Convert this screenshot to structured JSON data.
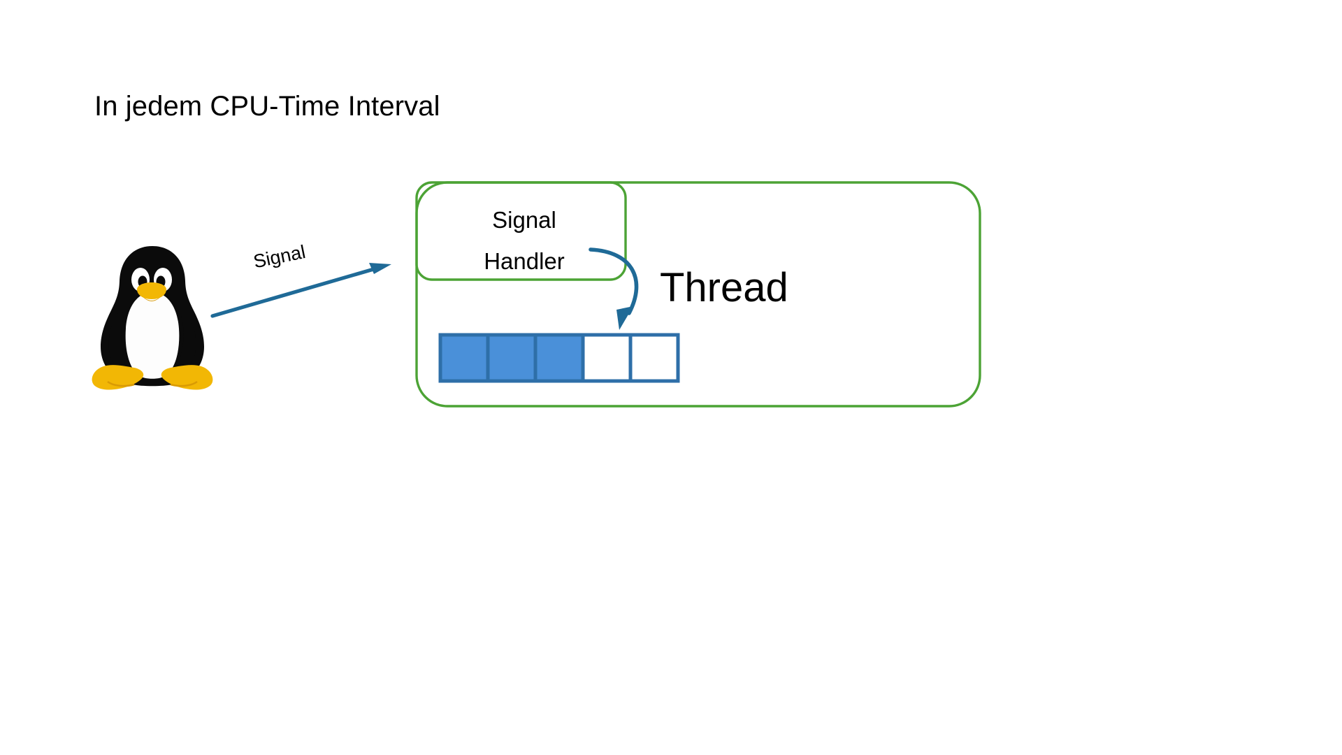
{
  "slide": {
    "title": "In jedem CPU-Time Interval",
    "background_color": "#FFFFFF"
  },
  "colors": {
    "thread_box_border": "#4CA335",
    "arrow_blue": "#1F6A97",
    "cell_fill": "#4A90D9",
    "cell_border": "#2E6FA8",
    "text": "#000000",
    "tux_black": "#0B0B0B",
    "tux_yellow": "#F2B705",
    "tux_white": "#FFFFFF"
  },
  "diagram": {
    "penguin": {
      "icon": "linux-tux-penguin",
      "alt": "Linux Tux penguin"
    },
    "signal_arrow": {
      "label": "Signal",
      "direction": "right",
      "color": "#1F6A97"
    },
    "thread_box": {
      "label": "Thread",
      "border_color": "#4CA335"
    },
    "signal_handler_box": {
      "label_line_1": "Signal",
      "label_line_2": "Handler",
      "border_color": "#4CA335"
    },
    "handler_arrow": {
      "shape": "curved-down-arrow",
      "color": "#1F6A97",
      "target": "cell-4"
    },
    "cpu_time_cells": {
      "total": 5,
      "filled": 3,
      "empty": 2,
      "cells": [
        {
          "index": 1,
          "state": "filled"
        },
        {
          "index": 2,
          "state": "filled"
        },
        {
          "index": 3,
          "state": "filled"
        },
        {
          "index": 4,
          "state": "empty"
        },
        {
          "index": 5,
          "state": "empty"
        }
      ]
    }
  }
}
